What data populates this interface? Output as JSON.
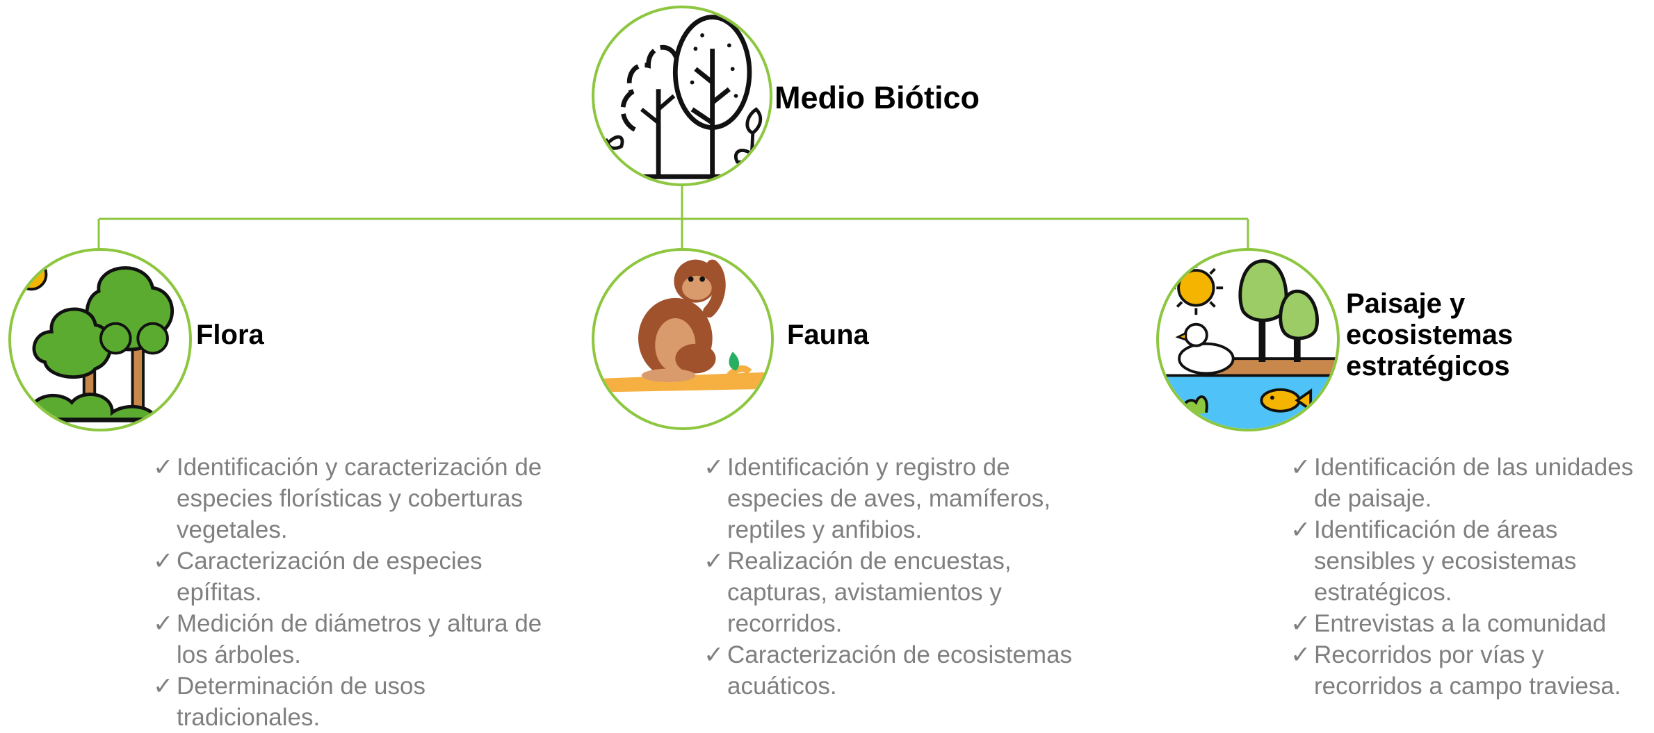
{
  "root": {
    "title": "Medio Biótico",
    "icon": "trees-outline-icon"
  },
  "branches": [
    {
      "title": "Flora",
      "icon": "forest-trees-icon",
      "items": [
        "Identificación y caracterización de especies florísticas y coberturas vegetales.",
        "Caracterización de especies epífitas.",
        "Medición de diámetros y altura de los árboles.",
        "Determinación de usos tradicionales."
      ]
    },
    {
      "title": "Fauna",
      "icon": "monkey-on-branch-icon",
      "items": [
        "Identificación y registro de especies de aves, mamíferos, reptiles y anfibios.",
        "Realización de encuestas, capturas, avistamientos y recorridos.",
        "Caracterización de ecosistemas acuáticos."
      ]
    },
    {
      "title": "Paisaje y ecosistemas estratégicos",
      "icon": "landscape-ecosystem-icon",
      "items": [
        "Identificación de las unidades de paisaje.",
        "Identificación de áreas sensibles y ecosistemas estratégicos.",
        "Entrevistas a la comunidad",
        "Recorridos por  vías y recorridos a campo traviesa."
      ]
    }
  ],
  "colors": {
    "connector": "#8dc63f",
    "bullet_text": "#7f7f7f",
    "title_text": "#000000"
  }
}
